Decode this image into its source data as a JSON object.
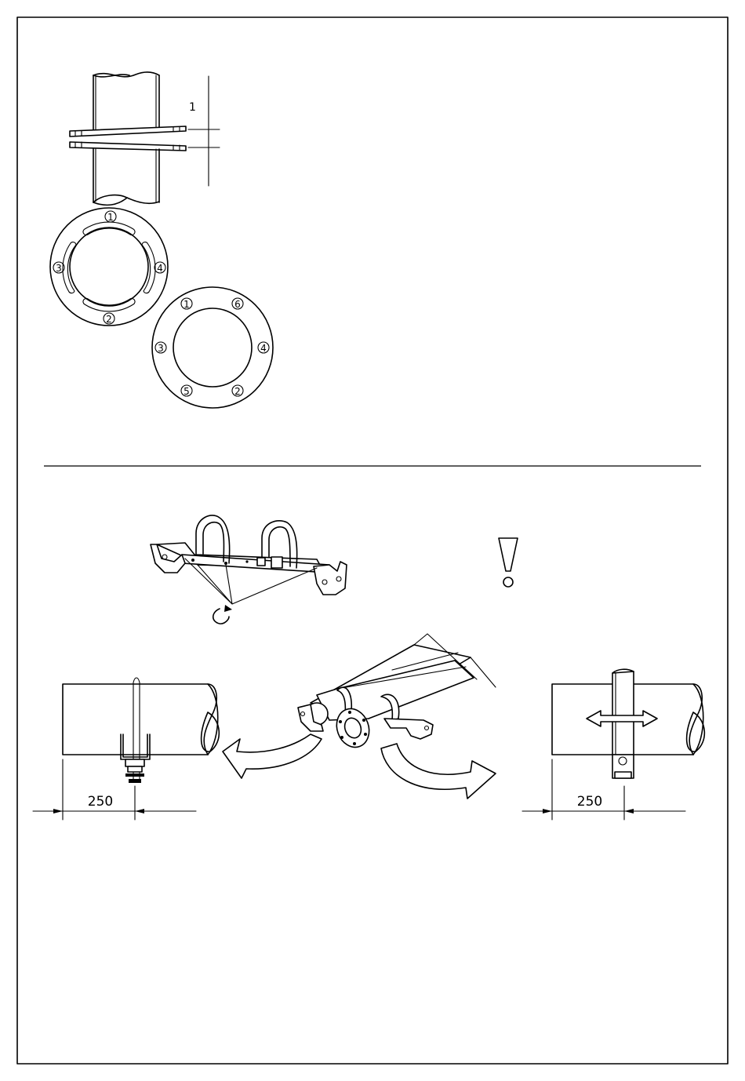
{
  "flange_figure": {
    "dimension_label": "1",
    "slotted_flange_labels": [
      "1",
      "2",
      "3",
      "4"
    ],
    "bolt_flange_labels": [
      "1",
      "6",
      "3",
      "4",
      "5",
      "2"
    ]
  },
  "warning_symbol": "!",
  "mounting_figure": {
    "left_distance": "250",
    "right_distance": "250"
  }
}
